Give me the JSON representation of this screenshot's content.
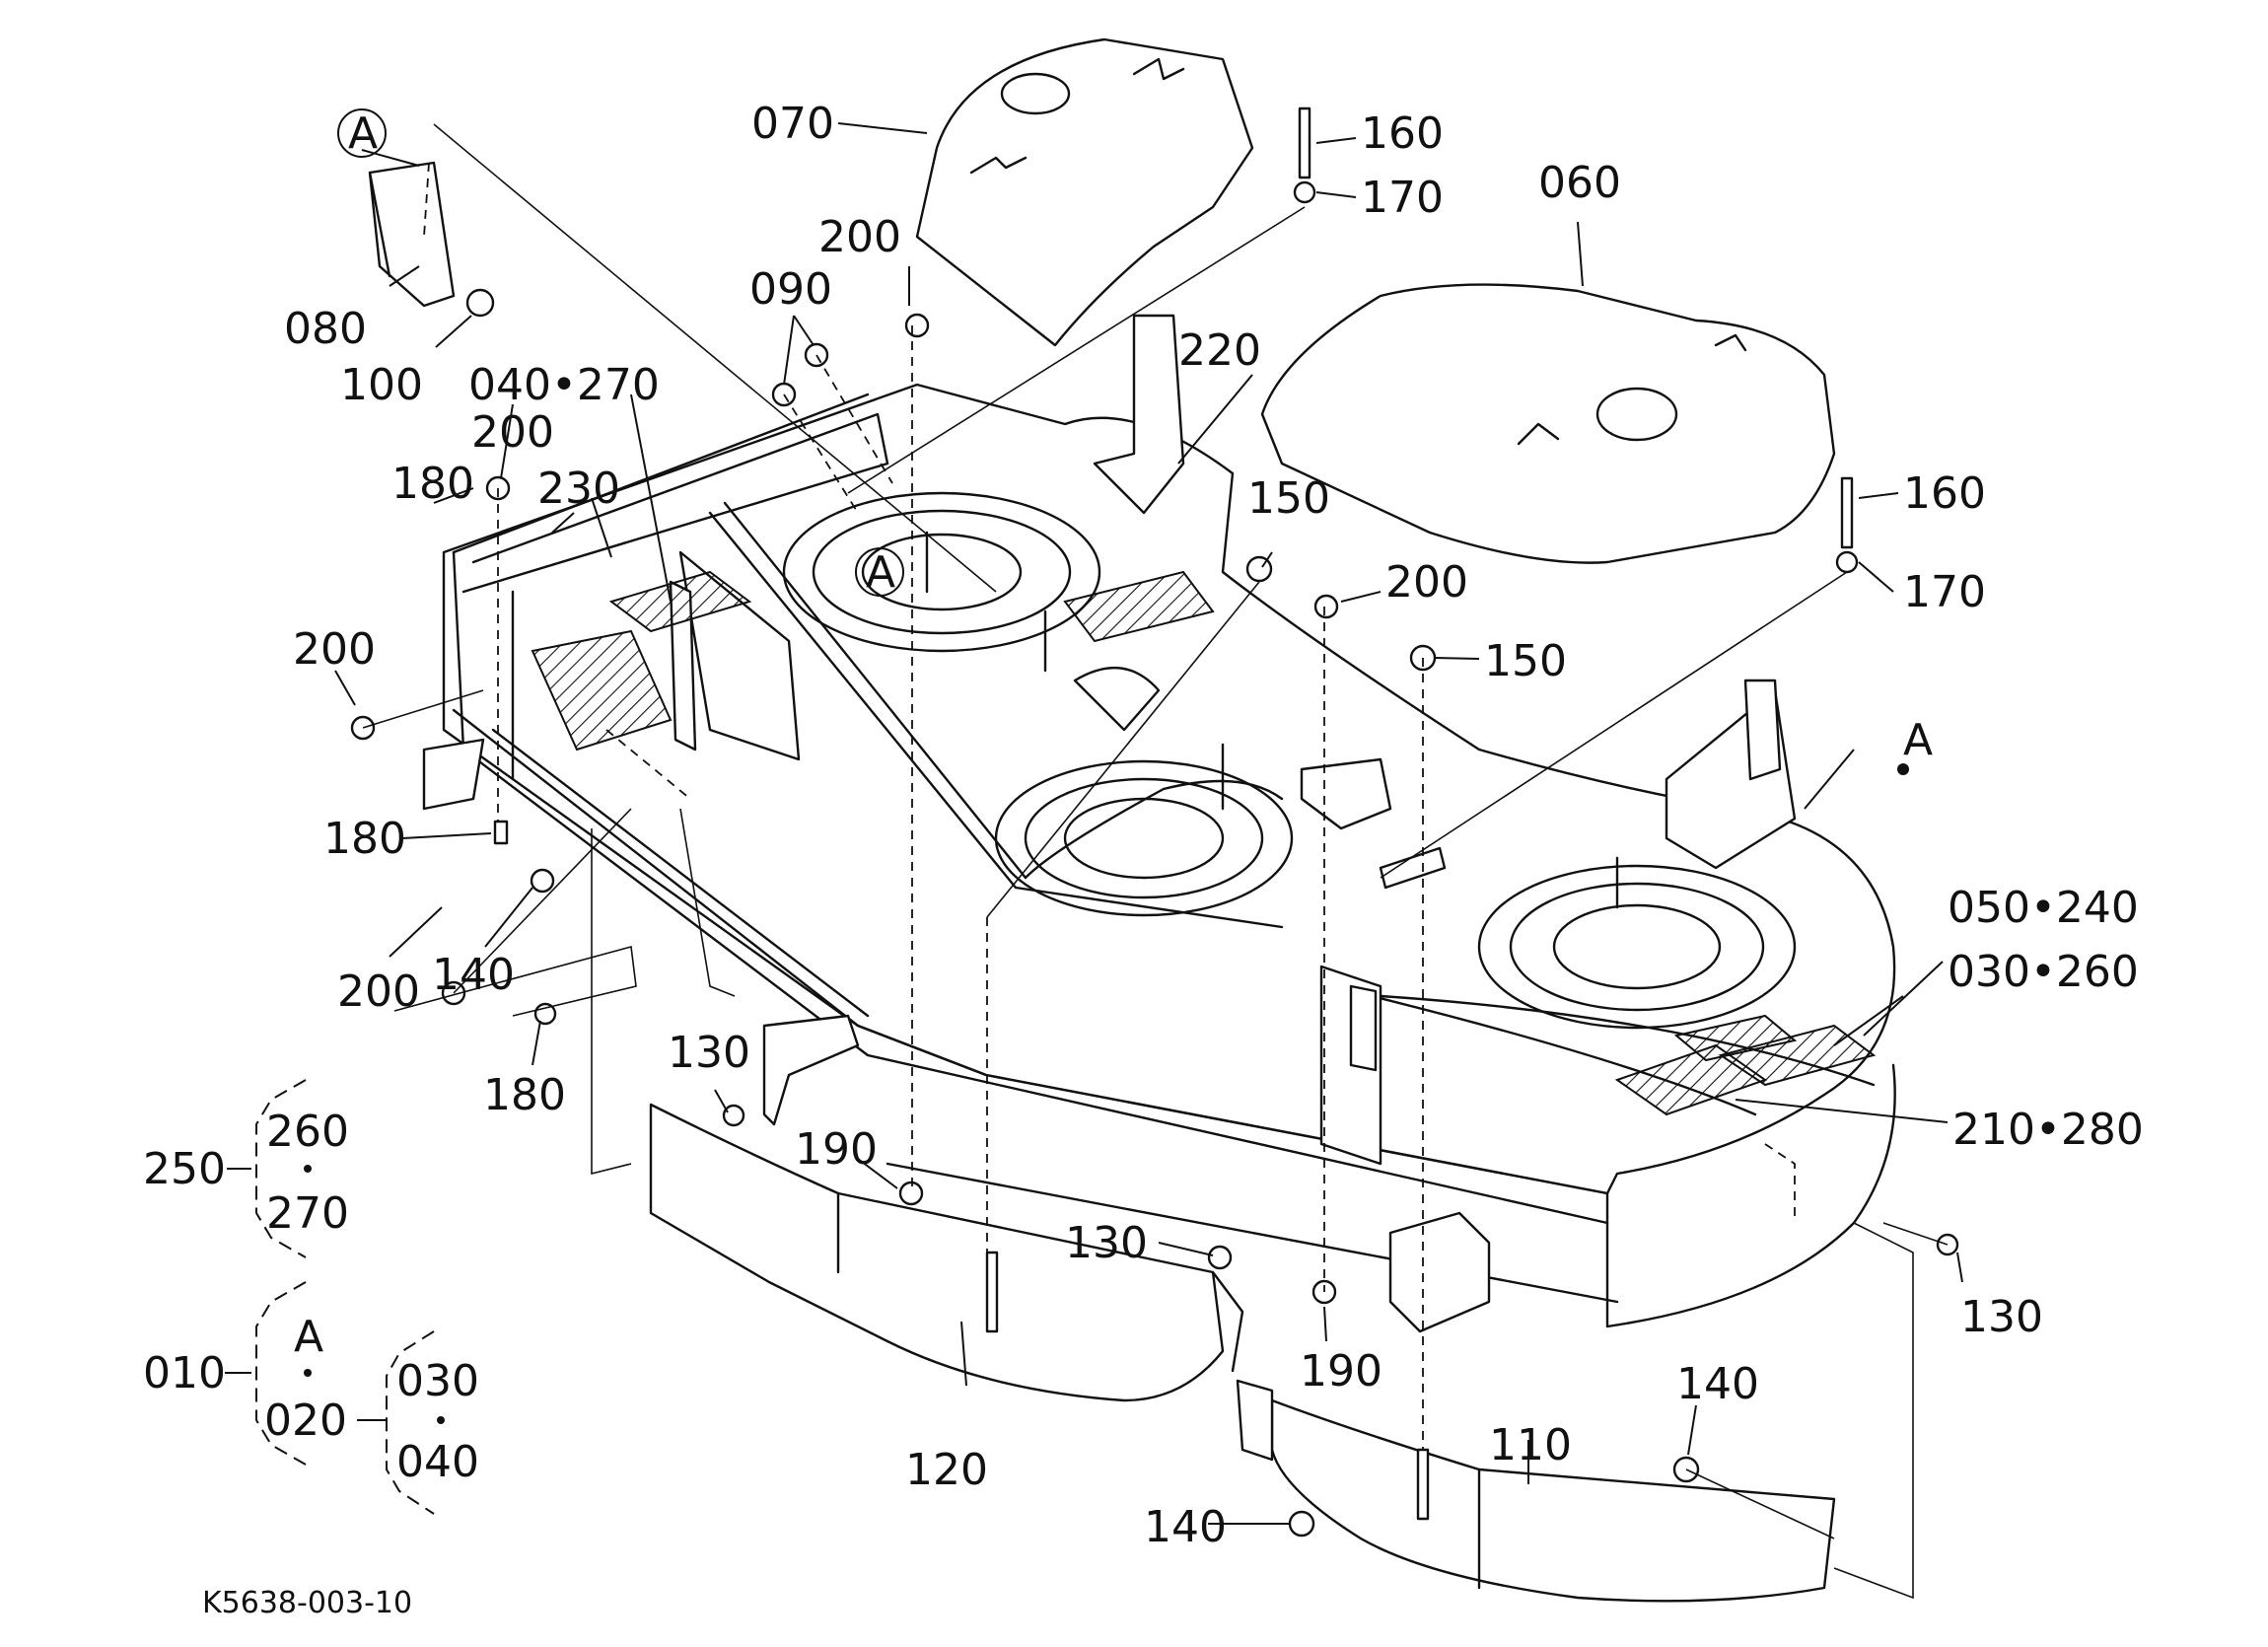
{
  "drawing_id": "K5638-003-10",
  "callouts": {
    "p010": "010",
    "p020": "020",
    "p030": "030",
    "p040": "040",
    "p050_240": "050•240",
    "p030_260": "030•260",
    "p040_270": "040•270",
    "p060": "060",
    "p070": "070",
    "p080": "080",
    "p090": "090",
    "p100": "100",
    "p110": "110",
    "p120": "120",
    "p130a": "130",
    "p130b": "130",
    "p130c": "130",
    "p140a": "140",
    "p140b": "140",
    "p140c": "140",
    "p150a": "150",
    "p150b": "150",
    "p160a": "160",
    "p160b": "160",
    "p170a": "170",
    "p170b": "170",
    "p180a": "180",
    "p180b": "180",
    "p180c": "180",
    "p190a": "190",
    "p190b": "190",
    "p200a": "200",
    "p200b": "200",
    "p200c": "200",
    "p200d": "200",
    "p200e": "200",
    "p210_280": "210•280",
    "p220": "220",
    "p230": "230",
    "p250": "250",
    "p260": "260",
    "p270": "270"
  },
  "reference_marks": {
    "a_circle_top": "A",
    "a_circle_deck": "A",
    "a_point": "A",
    "a_group": "A"
  },
  "separator": "•"
}
